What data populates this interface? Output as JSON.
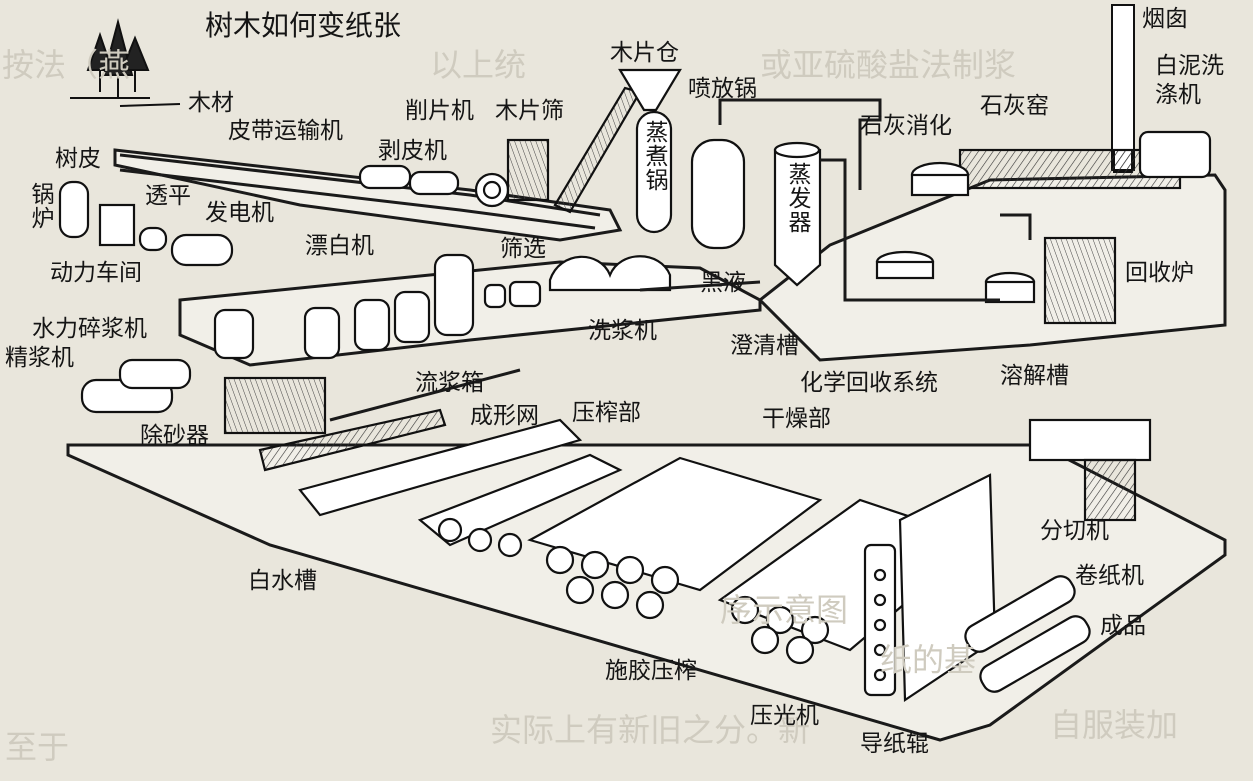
{
  "title": "树木如何变纸张",
  "labels": {
    "wood": "木材",
    "belt_conveyor": "皮带运输机",
    "bark": "树皮",
    "debarker": "剥皮机",
    "chipper": "削片机",
    "chip_screen": "木片筛",
    "chip_bin": "木片仓",
    "blow_tank": "喷放锅",
    "digester": "蒸煮锅",
    "evaporator": "蒸发器",
    "chimney": "烟囱",
    "lime_kiln": "石灰窑",
    "lime_slaker": "石灰消化",
    "mud_washer": "白泥洗涤机",
    "boiler": "锅炉",
    "leveling": "透平",
    "generator": "发电机",
    "power_plant": "动力车间",
    "bleacher": "漂白机",
    "screening": "筛选",
    "black_liquor": "黑液",
    "recovery_furnace": "回收炉",
    "hydrapulper": "水力碎浆机",
    "refiner": "精浆机",
    "pulp_washer": "洗浆机",
    "clarifier": "澄清槽",
    "chem_recovery": "化学回收系统",
    "dissolving_tank": "溶解槽",
    "headbox": "流浆箱",
    "forming_wire": "成形网",
    "press_section": "压榨部",
    "dryer_section": "干燥部",
    "desander": "除砂器",
    "slitter": "分切机",
    "reel": "卷纸机",
    "product": "成品",
    "white_water": "白水槽",
    "size_press": "施胶压榨",
    "calender": "压光机",
    "guide_roll": "导纸辊"
  },
  "background_text": {
    "line1": "按法（燕",
    "line2": "以上统",
    "line3": "或亚硫酸盐法制浆",
    "line4": "序示意图",
    "line5": "纸的基",
    "line6": "至于",
    "line7": "实际上有新旧之分。新",
    "line8": "自服装加"
  }
}
